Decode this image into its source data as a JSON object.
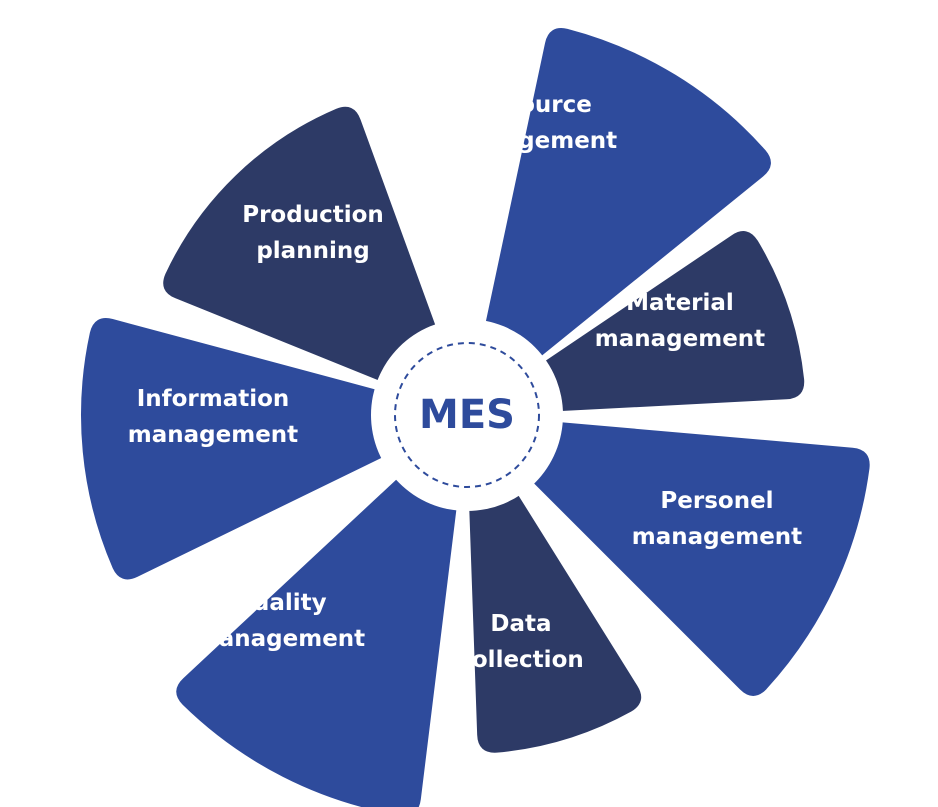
{
  "diagram": {
    "center": {
      "label": "MES"
    },
    "segments": [
      {
        "label": [
          "Resource",
          "management"
        ],
        "shade": "light"
      },
      {
        "label": [
          "Material",
          "management"
        ],
        "shade": "dark"
      },
      {
        "label": [
          "Personel",
          "management"
        ],
        "shade": "light"
      },
      {
        "label": [
          "Data",
          "collection"
        ],
        "shade": "dark"
      },
      {
        "label": [
          "Quality",
          "management"
        ],
        "shade": "light"
      },
      {
        "label": [
          "Information",
          "management"
        ],
        "shade": "light"
      },
      {
        "label": [
          "Production",
          "planning"
        ],
        "shade": "dark"
      }
    ]
  },
  "colors": {
    "light_segment": "#2E4B9C",
    "dark_segment": "#2D3A66",
    "center_text": "#2E4B9C",
    "center_ring": "#2E4B9C",
    "background": "#FFFFFF"
  }
}
